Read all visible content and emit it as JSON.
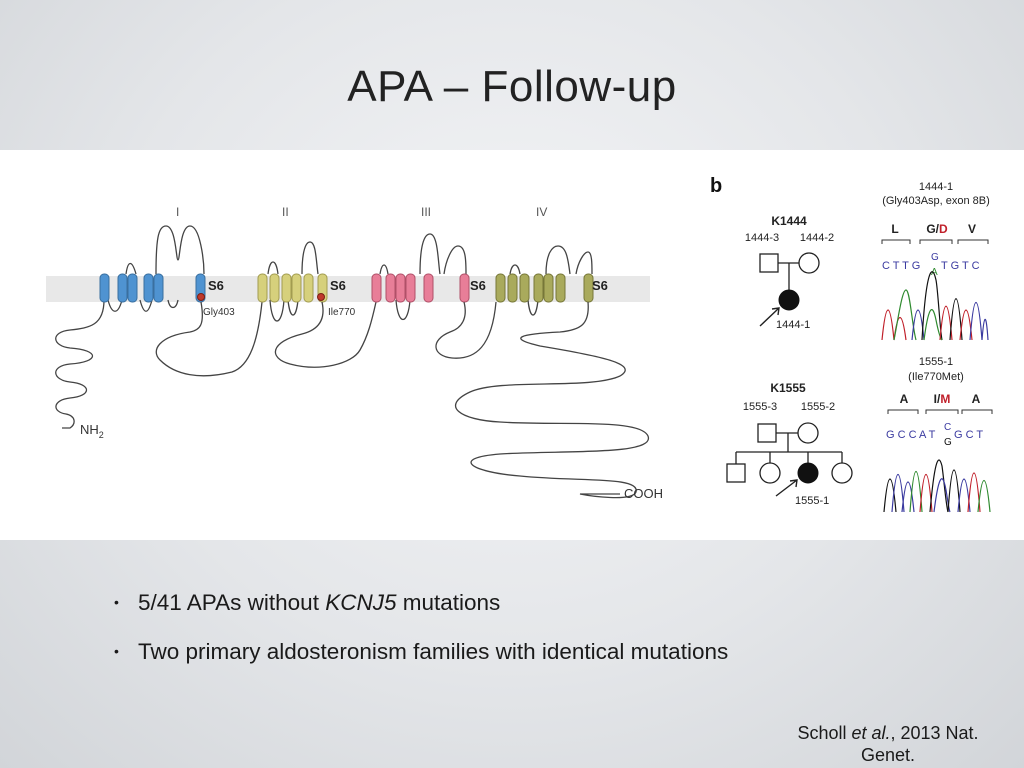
{
  "slide": {
    "title": "APA – Follow-up"
  },
  "figure_a": {
    "domain_labels": [
      "I",
      "II",
      "III",
      "IV"
    ],
    "segment_label": "S6",
    "mutation_1": "Gly403",
    "mutation_2": "Ile770",
    "n_terminus": "NH",
    "n_terminus_sub": "2",
    "c_terminus": "COOH",
    "colors": {
      "domain_I": "#4f93d1",
      "domain_II": "#d6d07c",
      "domain_III": "#e87e98",
      "domain_IV": "#a9aa5c",
      "mutation_dot": "#c0392b",
      "membrane": "#e8e8e8"
    }
  },
  "figure_b": {
    "panel_label": "b",
    "family_1": {
      "name": "K1444",
      "father": "1444-3",
      "mother": "1444-2",
      "proband": "1444-1"
    },
    "family_2": {
      "name": "K1555",
      "father": "1555-3",
      "mother": "1555-2",
      "proband": "1555-1"
    },
    "chrom_1": {
      "title_line1": "1444-1",
      "title_line2": "(Gly403Asp, exon 8B)",
      "aa_1": "L",
      "aa_2_wt": "G/",
      "aa_2_mut": "D",
      "aa_3": "V",
      "seq_left": "C T T  G",
      "seq_top": "G",
      "seq_mut": "A",
      "seq_right": "T G T C"
    },
    "chrom_2": {
      "title_line1": "1555-1",
      "title_line2": "(Ile770Met)",
      "aa_1": "A",
      "aa_2_wt": "I/",
      "aa_2_mut": "M",
      "aa_3": "A",
      "seq_left": "G C C A T",
      "seq_top": "C",
      "seq_mut": "G",
      "seq_right": "G C T"
    }
  },
  "bullets": [
    {
      "prefix": "5/41 APAs without ",
      "italic": "KCNJ5",
      "suffix": " mutations"
    },
    {
      "prefix": "Two primary aldosteronism families with identical mutations",
      "italic": "",
      "suffix": ""
    }
  ],
  "citation": {
    "author": "Scholl ",
    "etal": "et al.",
    "rest": ", 2013 Nat. Genet."
  }
}
